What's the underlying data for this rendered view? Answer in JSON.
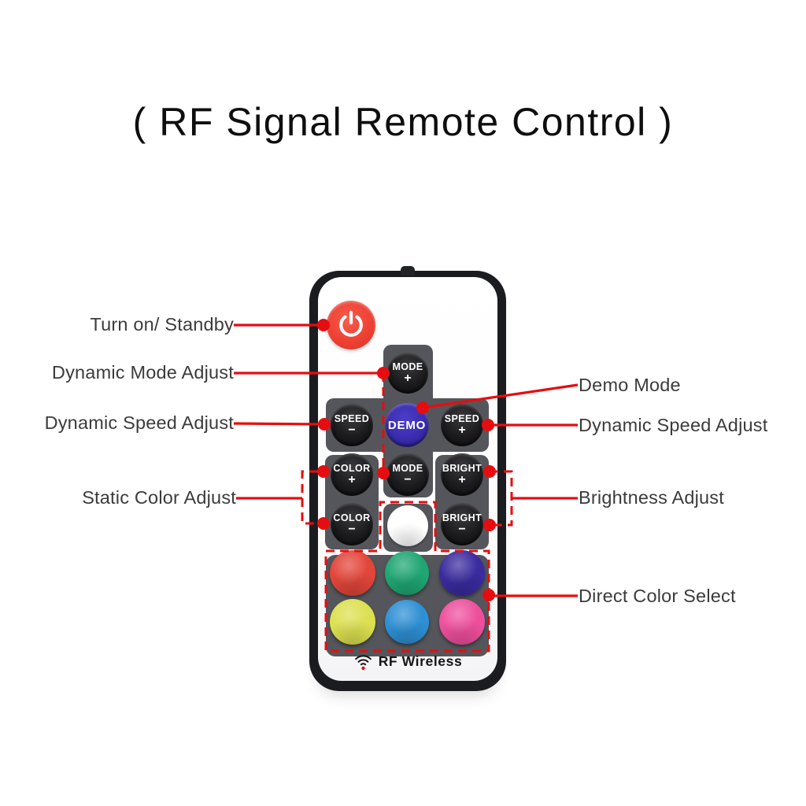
{
  "title": "( RF Signal Remote Control )",
  "annotations": {
    "turn_on": "Turn on/ Standby",
    "dynamic_mode": "Dynamic Mode Adjust",
    "dynamic_speed_left": "Dynamic Speed Adjust",
    "static_color": "Static Color Adjust",
    "demo_mode": "Demo Mode",
    "dynamic_speed_right": "Dynamic Speed Adjust",
    "brightness": "Brightness Adjust",
    "direct_color": "Direct Color Select"
  },
  "remote": {
    "keys": {
      "mode_plus": {
        "label": "MODE",
        "sign": "+"
      },
      "speed_minus": {
        "label": "SPEED",
        "sign": "−"
      },
      "demo": {
        "label": "DEMO"
      },
      "speed_plus": {
        "label": "SPEED",
        "sign": "+"
      },
      "color_plus": {
        "label": "COLOR",
        "sign": "+"
      },
      "mode_minus": {
        "label": "MODE",
        "sign": "−"
      },
      "bright_plus": {
        "label": "BRIGHT",
        "sign": "+"
      },
      "color_minus": {
        "label": "COLOR",
        "sign": "−"
      },
      "bright_minus": {
        "label": "BRIGHT",
        "sign": "−"
      }
    },
    "color_keys": {
      "white": "#ffffff",
      "red": "#e2453a",
      "green": "#1fa673",
      "navy": "#3a2b9e",
      "yellow": "#dce04f",
      "blue": "#2e8fd4",
      "pink": "#ee4f9d"
    },
    "brand": "RF Wireless"
  },
  "icons": {
    "power": "power-icon",
    "rf_signal": "rf-signal-icon"
  },
  "colors": {
    "annotation_red": "#e60d10",
    "panel_gray": "#55565b",
    "power_red": "#ee4134",
    "demo_blue": "#3a2cae",
    "label_gray": "#3b3b3b"
  }
}
